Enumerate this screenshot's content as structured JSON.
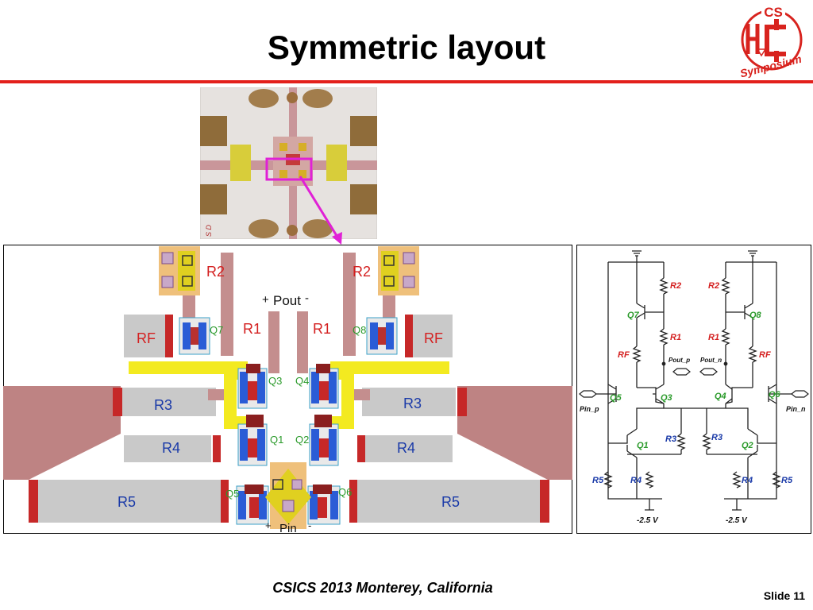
{
  "slide": {
    "title": "Symmetric layout",
    "footer": "CSICS 2013 Monterey, California",
    "slide_number": "Slide 11"
  },
  "logo": {
    "top_text": "CS",
    "ring_text": "Symposium",
    "colors": {
      "red": "#d8231e"
    }
  },
  "chip_photo": {
    "corner_text": "S D"
  },
  "layout": {
    "labels": {
      "r2_left": "R2",
      "r2_right": "R2",
      "r1_left": "R1",
      "r1_right": "R1",
      "rf_left": "RF",
      "rf_right": "RF",
      "r3_left": "R3",
      "r3_right": "R3",
      "r4_left": "R4",
      "r4_right": "R4",
      "r5_left": "R5",
      "r5_right": "R5",
      "q7": "Q7",
      "q8": "Q8",
      "q3": "Q3",
      "q4": "Q4",
      "q1": "Q1",
      "q2": "Q2",
      "q5": "Q5",
      "q6": "Q6",
      "pout_plus": "+",
      "pout": "Pout",
      "pout_minus": "-",
      "pin_plus": "+",
      "pin": "Pin",
      "pin_minus": "-"
    },
    "colors": {
      "resistor_red": "#d42020",
      "transistor_green": "#2a9a2a",
      "resistor_blue": "#1a3aa8"
    }
  },
  "schematic": {
    "labels": {
      "r2_l": "R2",
      "r2_r": "R2",
      "q7": "Q7",
      "q8": "Q8",
      "r1_l": "R1",
      "r1_r": "R1",
      "rf_l": "RF",
      "rf_r": "RF",
      "pout_p": "Pout_p",
      "pout_n": "Pout_n",
      "q5": "Q5",
      "q6": "Q6",
      "q3": "Q3",
      "q4": "Q4",
      "pin_p": "Pin_p",
      "pin_n": "Pin_n",
      "r3_l": "R3",
      "r3_r": "R3",
      "q1": "Q1",
      "q2": "Q2",
      "r5_l": "R5",
      "r4_l": "R4",
      "r4_r": "R4",
      "r5_r": "R5",
      "vee_l": "-2.5 V",
      "vee_r": "-2.5 V"
    }
  }
}
